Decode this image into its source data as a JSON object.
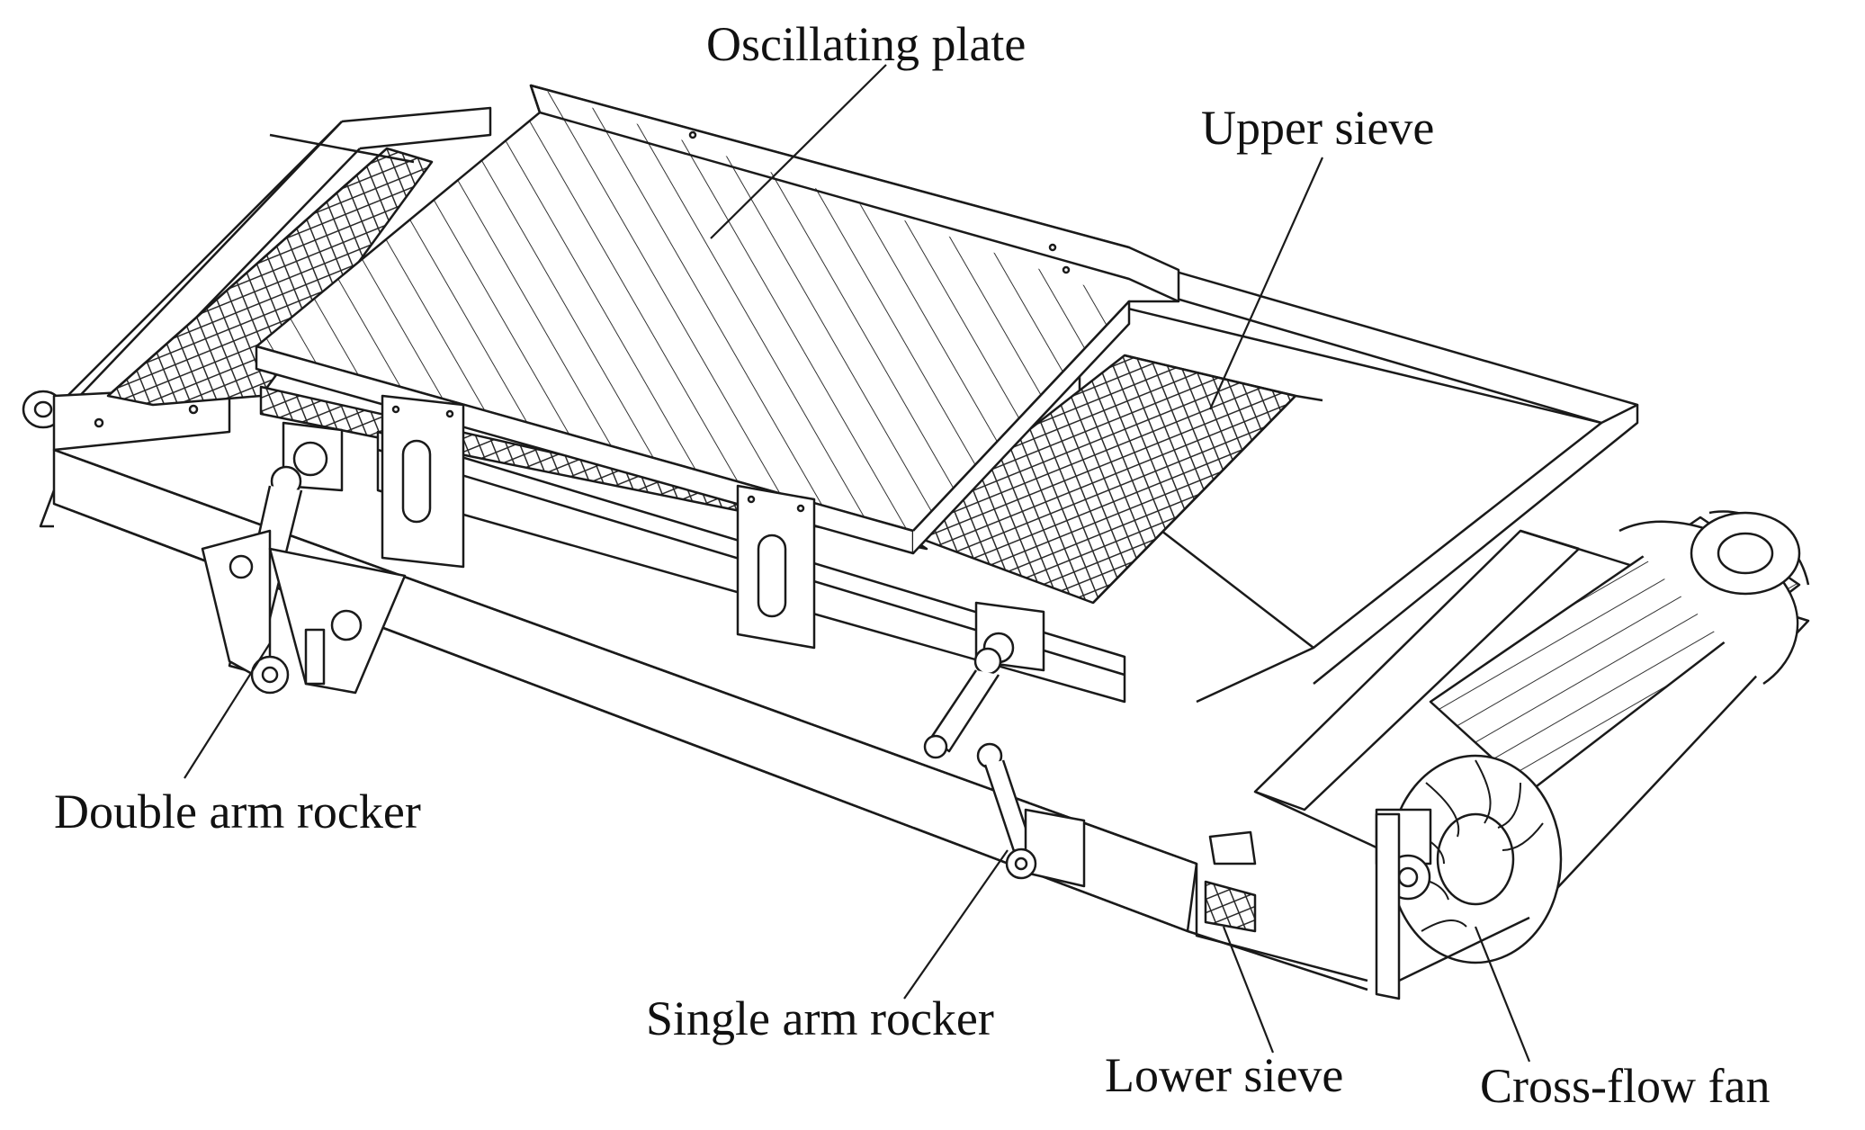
{
  "diagram": {
    "labels": {
      "oscillating_plate": "Oscillating plate",
      "upper_sieve": "Upper sieve",
      "double_arm_rocker": "Double arm rocker",
      "single_arm_rocker": "Single arm rocker",
      "lower_sieve": "Lower sieve",
      "cross_flow_fan": "Cross-flow fan"
    },
    "colors": {
      "line": "#1a1a1a",
      "background": "#ffffff",
      "metal_face": "#f4f4f4",
      "mesh": "#2a2a2a"
    }
  }
}
